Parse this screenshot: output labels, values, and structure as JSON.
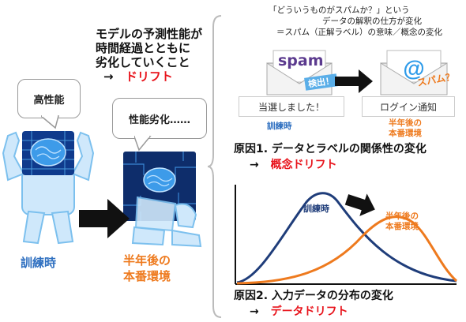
{
  "left": {
    "heading_lines": [
      "モデルの予測性能が",
      "時間経過とともに",
      "劣化していくこと"
    ],
    "heading_arrow": "→",
    "heading_term": "ドリフト",
    "bubble_high": "高性能",
    "bubble_low": "性能劣化……",
    "label_train": "訓練時",
    "label_prod_lines": [
      "半年後の",
      "本番環境"
    ]
  },
  "right": {
    "top_note_lines": [
      "「どういうものがスパムか？」という",
      "データの解釈の仕方が変化",
      "＝スパム（正解ラベル）の意味／概念の変化"
    ],
    "spam_word": "spam",
    "spam_tag": "検出！",
    "suspect_tag": "スパム？",
    "box_train": "当選しました！",
    "box_prod": "ログイン通知",
    "caption_train": "訓練時",
    "caption_prod_lines": [
      "半年後の",
      "本番環境"
    ],
    "cause1_line": "原因1. データとラベルの関係性の変化",
    "cause1_arrow": "→",
    "cause1_term": "概念ドリフト",
    "curve_label_train": "訓練時",
    "curve_label_prod_lines": [
      "半年後の",
      "本番環境"
    ],
    "cause2_line": "原因2. 入力データの分布の変化",
    "cause2_arrow": "→",
    "cause2_term": "データドリフト"
  },
  "colors": {
    "accent_red": "#e8141c",
    "train_blue": "#2e6fc0",
    "prod_orange": "#ee7a1e",
    "navy_curve": "#1f3d7a",
    "spam_purple": "#5b3a8e"
  },
  "icons": [
    "robot-trained-icon",
    "robot-degraded-icon",
    "envelope-spam-icon",
    "envelope-at-icon",
    "brace-icon",
    "arrow-right-icon"
  ]
}
